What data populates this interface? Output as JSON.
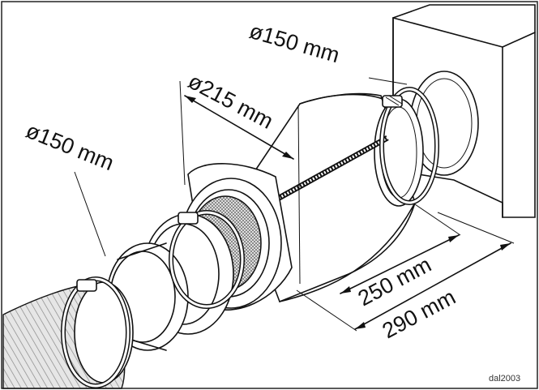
{
  "labels": {
    "outlet_diameter": "ø150 mm",
    "filter_diameter": "ø215 mm",
    "inlet_diameter": "ø150 mm",
    "length_body": "250 mm",
    "length_total": "290 mm",
    "drawing_ref": "dal2003"
  },
  "colors": {
    "line": "#111111",
    "background": "#ffffff",
    "shade": "#dcdcdc"
  }
}
